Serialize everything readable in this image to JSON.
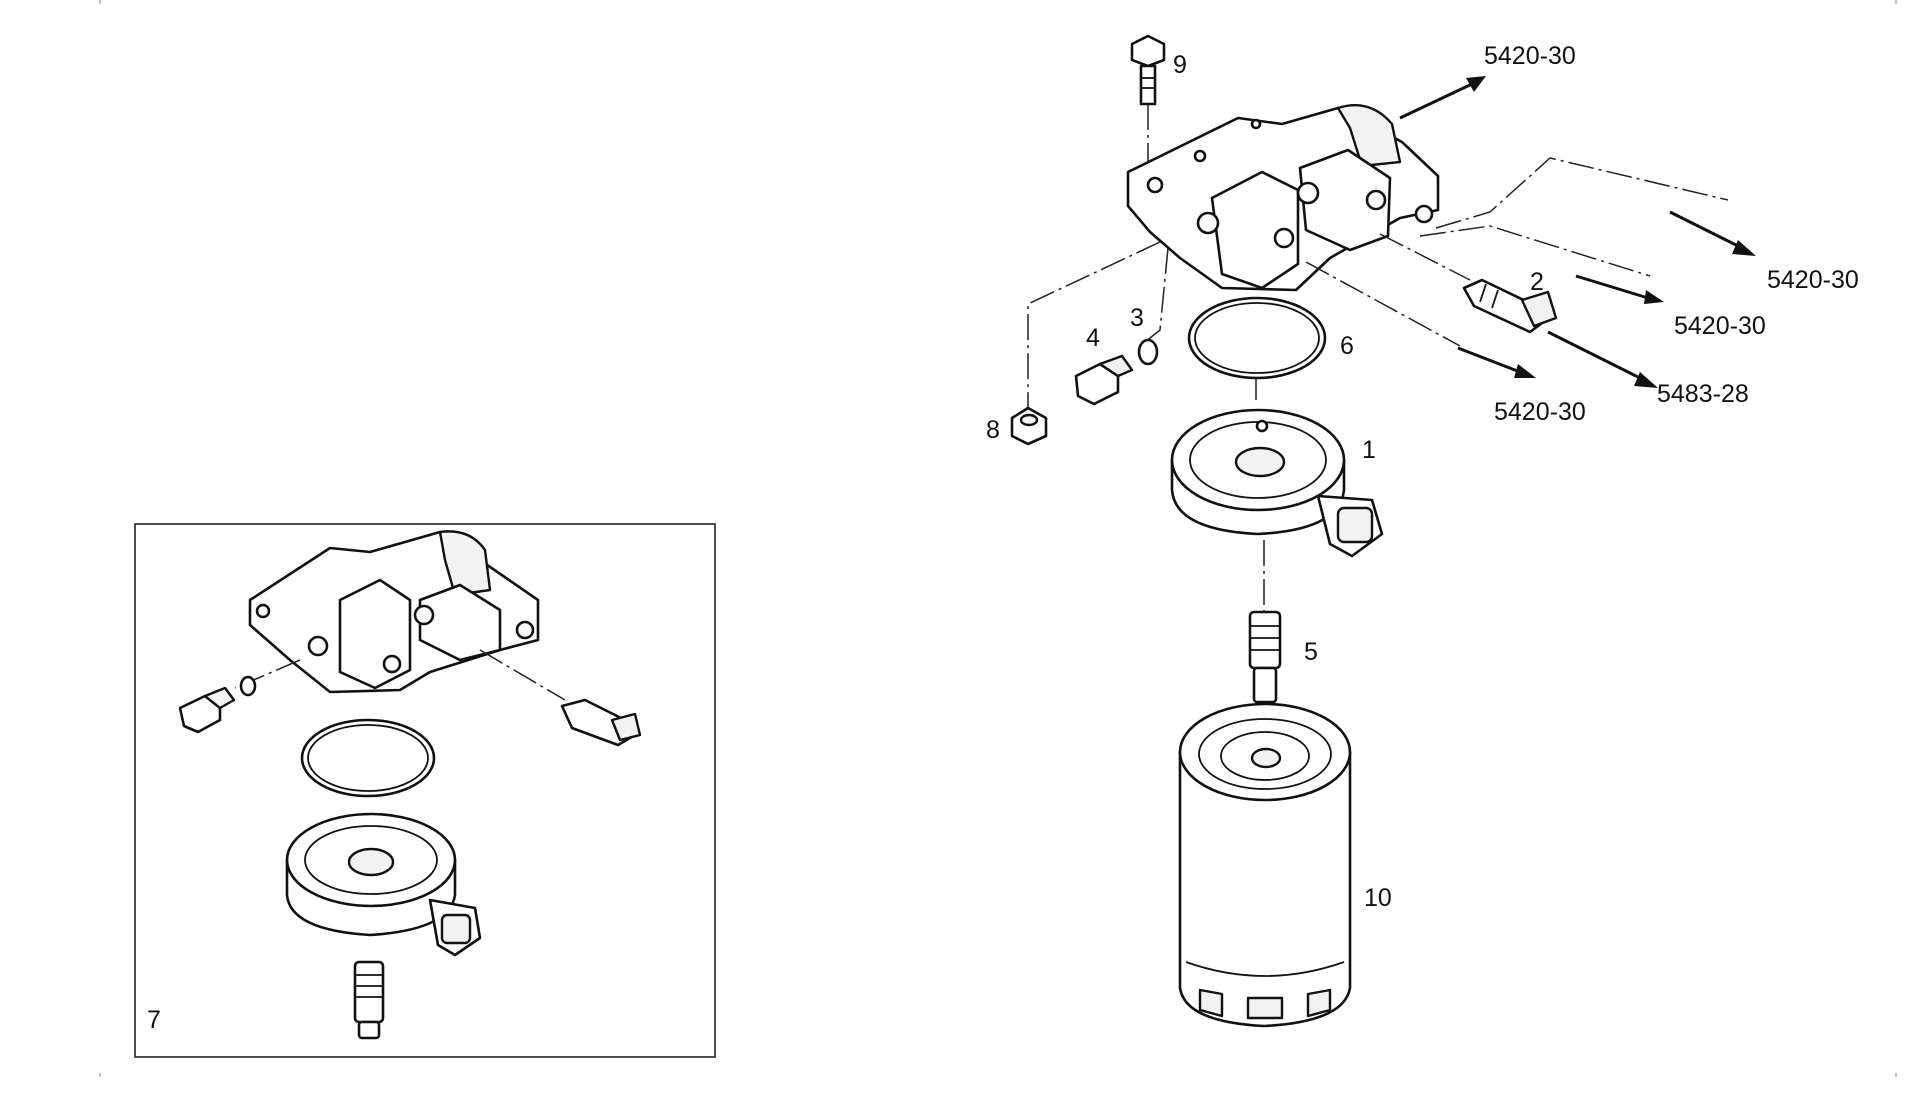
{
  "callouts": {
    "c1": "1",
    "c2": "2",
    "c3": "3",
    "c4": "4",
    "c5": "5",
    "c6": "6",
    "c7": "7",
    "c8": "8",
    "c9": "9",
    "c10": "10"
  },
  "references": {
    "r1": "5420-30",
    "r2": "5420-30",
    "r3": "5420-30",
    "r4": "5483-28",
    "r5": "5420-30"
  }
}
